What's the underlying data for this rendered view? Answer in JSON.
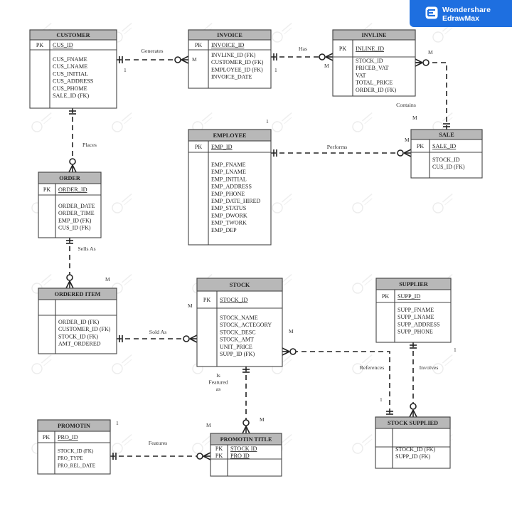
{
  "brand": {
    "line1": "Wondershare",
    "line2": "EdrawMax"
  },
  "entities": [
    {
      "id": "customer",
      "title": "CUSTOMER",
      "pk": "PK",
      "key": "CUS_ID",
      "fields": [
        "CUS_FNAME",
        "CUS_LNAME",
        "CUS_INITIAL",
        "CUS_ADDRESS",
        "CUS_PHOME",
        "SALE_ID (FK)"
      ]
    },
    {
      "id": "invoice",
      "title": "INVOICE",
      "pk": "PK",
      "key": "INVOICE_ID",
      "fields": [
        "INVLINE_ID (FK)",
        "CUSTOMER_ID (FK)",
        "EMPLOYEE_ID (FK)",
        "INVOICE_DATE"
      ]
    },
    {
      "id": "invline",
      "title": "INVLINE",
      "pk": "PK",
      "key": "INLINE_ID",
      "fields": [
        "STOCK_ID",
        "PRICEB_VAT",
        "VAT",
        "TOTAL_PRICE",
        "ORDER_ID (FK)"
      ]
    },
    {
      "id": "employee",
      "title": "EMPLOYEE",
      "pk": "PK",
      "key": "EMP_ID",
      "fields": [
        "EMP_FNAME",
        "EMP_LNAME",
        "EMP_INITIAL",
        "EMP_ADDRESS",
        "EMP_PHONE",
        "EMP_DATE_HIRED",
        "EMP_STATUS",
        "EMP_DWORK",
        "EMP_TWORK",
        "EMP_DEP"
      ]
    },
    {
      "id": "sale",
      "title": "SALE",
      "pk": "PK",
      "key": "SALE_ID",
      "fields": [
        "STOCK_ID",
        "CUS_ID (FK)"
      ]
    },
    {
      "id": "order",
      "title": "ORDER",
      "pk": "PK",
      "key": "ORDER_ID",
      "fields": [
        "ORDER_DATE",
        "ORDER_TIME",
        "EMP_ID (FK)",
        "CUS_ID (FK)"
      ]
    },
    {
      "id": "ordered_item",
      "title": "ORDERED ITEM",
      "pk": "",
      "key": "",
      "fields": [
        "ORDER_ID (FK)",
        "CUSTOMER_ID (FK)",
        "STOCK_ID (FK)",
        "AMT_ORDERED"
      ]
    },
    {
      "id": "stock",
      "title": "STOCK",
      "pk": "PK",
      "key": "STOCK_ID",
      "fields": [
        "STOCK_NAME",
        "STOCK_ACTEGORY",
        "STOCK_DESC",
        "STOCK_AMT",
        "UNIT_PRICE",
        "SUPP_ID (FK)"
      ]
    },
    {
      "id": "supplier",
      "title": "SUPPLIER",
      "pk": "PK",
      "key": "SUPP_ID",
      "fields": [
        "SUPP_FNAME",
        "SUPP_LNAME",
        "SUPP_ADDRESS",
        "SUPP_PHONE"
      ]
    },
    {
      "id": "promotin",
      "title": "PROMOTIN",
      "pk": "PK",
      "key": "PRO_ID",
      "fields": [
        "STOCK_ID (FK)",
        "PRO_TYPE",
        "PRO_REL_DATE"
      ]
    },
    {
      "id": "promotin_title",
      "title": "PROMOTIN TITLE",
      "pk": "PK",
      "key": "STOCK ID",
      "pk2": "PK",
      "key2": "PRO ID",
      "fields": []
    },
    {
      "id": "stock_supplied",
      "title": "STOCK SUPPLIED",
      "pk": "",
      "key": "",
      "fields": [
        "STOCK_ID (FK)",
        "SUPP_ID (FK)"
      ]
    }
  ],
  "relationships": [
    {
      "id": "generates",
      "label": "Generates"
    },
    {
      "id": "has",
      "label": "Has"
    },
    {
      "id": "contains",
      "label": "Contains"
    },
    {
      "id": "performs",
      "label": "Performs"
    },
    {
      "id": "places",
      "label": "Places"
    },
    {
      "id": "sells_as",
      "label": "Sells As"
    },
    {
      "id": "sold_as",
      "label": "Sold As"
    },
    {
      "id": "references",
      "label": "References"
    },
    {
      "id": "involves",
      "label": "Involves"
    },
    {
      "id": "is_featured_as",
      "label": "Is\nFeatured\nas"
    },
    {
      "id": "features",
      "label": "Features"
    }
  ],
  "cardinalities": {
    "one": "1",
    "many": "M"
  }
}
